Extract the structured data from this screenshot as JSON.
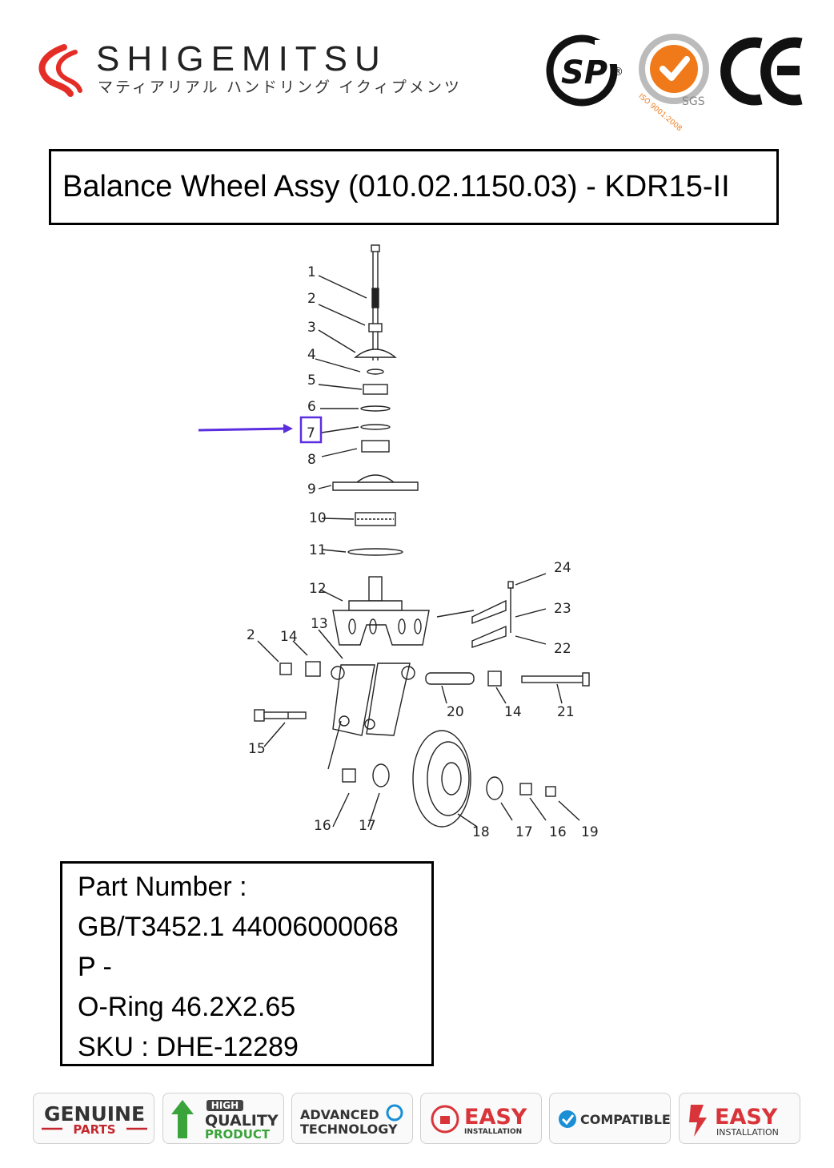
{
  "header": {
    "brand_name": "SHIGEMITSU",
    "brand_subtitle": "マティアリアル ハンドリング イクィプメンツ",
    "certifications": [
      {
        "icon": "csa-icon",
        "mark": "SP",
        "registered": "®"
      },
      {
        "icon": "sgs-iso-icon",
        "text_arc": "ISO 9001:2008",
        "org": "SGS"
      },
      {
        "icon": "ce-mark-icon",
        "mark": "CE"
      }
    ],
    "colors": {
      "brand_red": "#e52d27",
      "sgs_orange": "#f07a1a"
    }
  },
  "title": "Balance Wheel Assy (010.02.1150.03) - KDR15-II",
  "diagram": {
    "highlighted_callout": "7",
    "highlight_color": "#5b2ee0",
    "callouts": [
      "1",
      "2",
      "3",
      "4",
      "5",
      "6",
      "7",
      "8",
      "9",
      "10",
      "11",
      "12",
      "13",
      "14",
      "2",
      "24",
      "23",
      "22",
      "20",
      "14",
      "21",
      "15",
      "16",
      "17",
      "18",
      "17",
      "16",
      "19"
    ]
  },
  "part_info": {
    "line1": "Part Number :",
    "line2": "GB/T3452.1 44006000068",
    "line3": "P -",
    "line4": "O-Ring 46.2X2.65",
    "line5": "SKU : DHE-12289"
  },
  "badges": {
    "genuine": {
      "word": "GENUINE",
      "sub": "PARTS"
    },
    "quality": {
      "top": "HIGH",
      "mid": "QUALITY",
      "bottom": "PRODUCT"
    },
    "advanced": {
      "line1": "ADVANCED",
      "line2": "TECHNOLOGY"
    },
    "easy1": {
      "word": "EASY",
      "sub": "INSTALLATION"
    },
    "compatible": {
      "word": "COMPATIBLE"
    },
    "easy2": {
      "word": "EASY",
      "sub": "INSTALLATION"
    }
  }
}
